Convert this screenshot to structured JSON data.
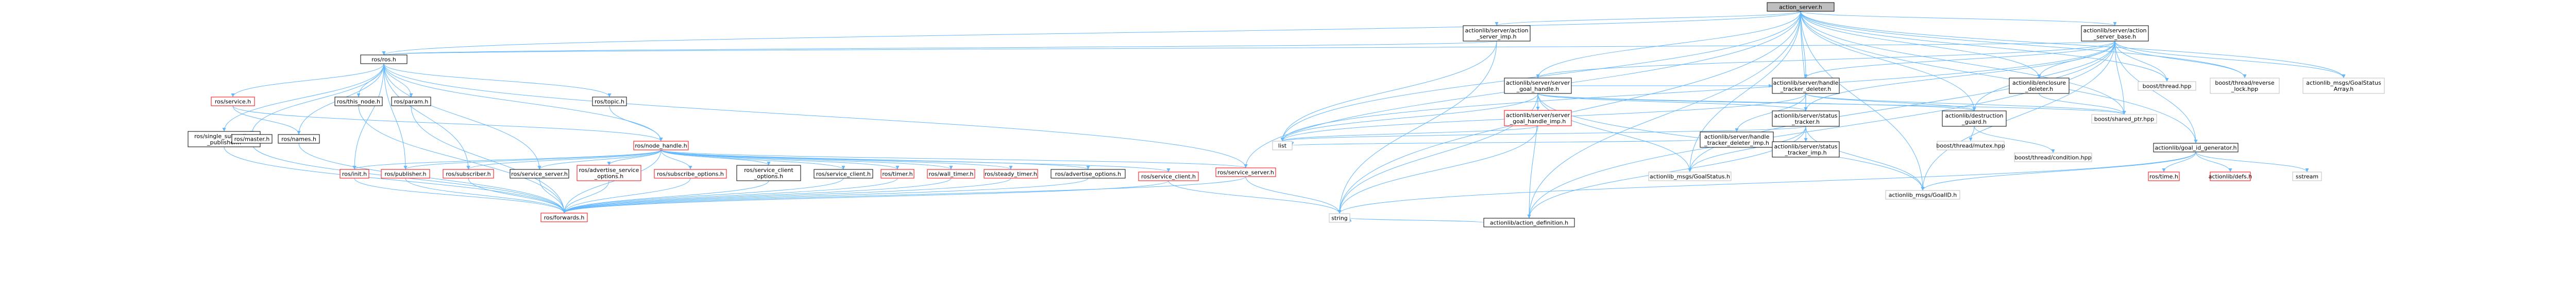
{
  "diagram": {
    "colors": {
      "edge": "#63b8ff",
      "node_border_black": "#000000",
      "node_border_red": "#ff0000",
      "node_border_gray": "#bfbfbf",
      "root_fill": "#bfbfbf",
      "node_fill": "#ffffff"
    },
    "nodes": [
      {
        "id": "root",
        "lines": [
          "action_server.h"
        ],
        "style": "root"
      },
      {
        "id": "asi",
        "lines": [
          "actionlib/server/action",
          "_server_imp.h"
        ],
        "style": "black"
      },
      {
        "id": "asb",
        "lines": [
          "actionlib/server/action",
          "_server_base.h"
        ],
        "style": "black"
      },
      {
        "id": "rosh",
        "lines": [
          "ros/ros.h"
        ],
        "style": "black"
      },
      {
        "id": "sgh",
        "lines": [
          "actionlib/server/server",
          "_goal_handle.h"
        ],
        "style": "black"
      },
      {
        "id": "htd",
        "lines": [
          "actionlib/server/handle",
          "_tracker_deleter.h"
        ],
        "style": "black"
      },
      {
        "id": "encd",
        "lines": [
          "actionlib/enclosure",
          "_deleter.h"
        ],
        "style": "black"
      },
      {
        "id": "bthread",
        "lines": [
          "boost/thread.hpp"
        ],
        "style": "gray"
      },
      {
        "id": "brev",
        "lines": [
          "boost/thread/reverse",
          "_lock.hpp"
        ],
        "style": "gray"
      },
      {
        "id": "gsa",
        "lines": [
          "actionlib_msgs/GoalStatus",
          "Array.h"
        ],
        "style": "gray"
      },
      {
        "id": "sgpub",
        "lines": [
          "ros/single_subscriber",
          "_publisher.h"
        ],
        "style": "black"
      },
      {
        "id": "names",
        "lines": [
          "ros/names.h"
        ],
        "style": "black"
      },
      {
        "id": "service",
        "lines": [
          "ros/service.h"
        ],
        "style": "red"
      },
      {
        "id": "master",
        "lines": [
          "ros/master.h"
        ],
        "style": "black"
      },
      {
        "id": "thisnode",
        "lines": [
          "ros/this_node.h"
        ],
        "style": "black"
      },
      {
        "id": "param",
        "lines": [
          "ros/param.h"
        ],
        "style": "black"
      },
      {
        "id": "topic",
        "lines": [
          "ros/topic.h"
        ],
        "style": "black"
      },
      {
        "id": "sghimp",
        "lines": [
          "actionlib/server/server",
          "_goal_handle_imp.h"
        ],
        "style": "red"
      },
      {
        "id": "htdimp",
        "lines": [
          "actionlib/server/handle",
          "_tracker_deleter_imp.h"
        ],
        "style": "black"
      },
      {
        "id": "stt",
        "lines": [
          "actionlib/server/status",
          "_tracker.h"
        ],
        "style": "black"
      },
      {
        "id": "sttimp",
        "lines": [
          "actionlib/server/status",
          "_tracker_imp.h"
        ],
        "style": "black"
      },
      {
        "id": "dguard",
        "lines": [
          "actionlib/destruction",
          "_guard.h"
        ],
        "style": "black"
      },
      {
        "id": "bshared",
        "lines": [
          "boost/shared_ptr.hpp"
        ],
        "style": "gray"
      },
      {
        "id": "list",
        "lines": [
          "list"
        ],
        "style": "gray"
      },
      {
        "id": "nh",
        "lines": [
          "ros/node_handle.h"
        ],
        "style": "red"
      },
      {
        "id": "gs",
        "lines": [
          "actionlib_msgs/GoalStatus.h"
        ],
        "style": "gray"
      },
      {
        "id": "bmutex",
        "lines": [
          "boost/thread/mutex.hpp"
        ],
        "style": "gray"
      },
      {
        "id": "bcond",
        "lines": [
          "boost/thread/condition.hpp"
        ],
        "style": "gray"
      },
      {
        "id": "gidgen",
        "lines": [
          "actionlib/goal_id_generator.h"
        ],
        "style": "black"
      },
      {
        "id": "init",
        "lines": [
          "ros/init.h"
        ],
        "style": "red"
      },
      {
        "id": "publisher",
        "lines": [
          "ros/publisher.h"
        ],
        "style": "red"
      },
      {
        "id": "subscriber",
        "lines": [
          "ros/subscriber.h"
        ],
        "style": "red"
      },
      {
        "id": "srvserver",
        "lines": [
          "ros/service_server.h"
        ],
        "style": "black"
      },
      {
        "id": "advsvc",
        "lines": [
          "ros/advertise_service",
          "_options.h"
        ],
        "style": "red"
      },
      {
        "id": "subopt",
        "lines": [
          "ros/subscribe_options.h"
        ],
        "style": "red"
      },
      {
        "id": "srvclientopt",
        "lines": [
          "ros/service_client",
          "_options.h"
        ],
        "style": "black"
      },
      {
        "id": "srvclient",
        "lines": [
          "ros/service_client.h"
        ],
        "style": "black"
      },
      {
        "id": "timer",
        "lines": [
          "ros/timer.h"
        ],
        "style": "red"
      },
      {
        "id": "walltimer",
        "lines": [
          "ros/wall_timer.h"
        ],
        "style": "red"
      },
      {
        "id": "steadytimer",
        "lines": [
          "ros/steady_timer.h"
        ],
        "style": "red"
      },
      {
        "id": "advopt",
        "lines": [
          "ros/advertise_options.h"
        ],
        "style": "black"
      },
      {
        "id": "srvclientrd",
        "lines": [
          "ros/service_client.h"
        ],
        "style": "red"
      },
      {
        "id": "srvserverrd",
        "lines": [
          "ros/service_server.h"
        ],
        "style": "red"
      },
      {
        "id": "goalid",
        "lines": [
          "actionlib_msgs/GoalID.h"
        ],
        "style": "gray"
      },
      {
        "id": "rostime",
        "lines": [
          "ros/time.h"
        ],
        "style": "red"
      },
      {
        "id": "rosdefs",
        "lines": [
          "actionlib/defs.h"
        ],
        "style": "red"
      },
      {
        "id": "sstream",
        "lines": [
          "sstream"
        ],
        "style": "gray"
      },
      {
        "id": "forwards",
        "lines": [
          "ros/forwards.h"
        ],
        "style": "red"
      },
      {
        "id": "string",
        "lines": [
          "string"
        ],
        "style": "gray"
      },
      {
        "id": "actdef",
        "lines": [
          "actionlib/action_definition.h"
        ],
        "style": "black"
      }
    ],
    "edges": [
      [
        "root",
        "asi"
      ],
      [
        "root",
        "asb"
      ],
      [
        "root",
        "rosh"
      ],
      [
        "root",
        "sgh"
      ],
      [
        "root",
        "htd"
      ],
      [
        "root",
        "encd"
      ],
      [
        "root",
        "bthread"
      ],
      [
        "root",
        "brev"
      ],
      [
        "root",
        "gsa"
      ],
      [
        "root",
        "bshared"
      ],
      [
        "root",
        "list"
      ],
      [
        "root",
        "gs"
      ],
      [
        "root",
        "goalid"
      ],
      [
        "root",
        "actdef"
      ],
      [
        "root",
        "string"
      ],
      [
        "root",
        "gidgen"
      ],
      [
        "root",
        "dguard"
      ],
      [
        "root",
        "stt"
      ],
      [
        "root",
        "srvserverrd"
      ],
      [
        "asi",
        "rosh"
      ],
      [
        "asi",
        "list"
      ],
      [
        "asi",
        "string"
      ],
      [
        "asb",
        "rosh"
      ],
      [
        "asb",
        "sgh"
      ],
      [
        "asb",
        "htd"
      ],
      [
        "asb",
        "encd"
      ],
      [
        "asb",
        "bthread"
      ],
      [
        "asb",
        "brev"
      ],
      [
        "asb",
        "gsa"
      ],
      [
        "asb",
        "bshared"
      ],
      [
        "asb",
        "dguard"
      ],
      [
        "asb",
        "stt"
      ],
      [
        "asb",
        "gidgen"
      ],
      [
        "asb",
        "goalid"
      ],
      [
        "asb",
        "actdef"
      ],
      [
        "asb",
        "list"
      ],
      [
        "asb",
        "gs"
      ],
      [
        "rosh",
        "sgpub"
      ],
      [
        "rosh",
        "names"
      ],
      [
        "rosh",
        "service"
      ],
      [
        "rosh",
        "master"
      ],
      [
        "rosh",
        "thisnode"
      ],
      [
        "rosh",
        "param"
      ],
      [
        "rosh",
        "topic"
      ],
      [
        "rosh",
        "nh"
      ],
      [
        "rosh",
        "init"
      ],
      [
        "rosh",
        "publisher"
      ],
      [
        "rosh",
        "subscriber"
      ],
      [
        "rosh",
        "srvserver"
      ],
      [
        "rosh",
        "srvserverrd"
      ],
      [
        "sgh",
        "sghimp"
      ],
      [
        "sgh",
        "list"
      ],
      [
        "sgh",
        "gs"
      ],
      [
        "sgh",
        "goalid"
      ],
      [
        "sgh",
        "actdef"
      ],
      [
        "sgh",
        "dguard"
      ],
      [
        "sgh",
        "htd"
      ],
      [
        "sgh",
        "stt"
      ],
      [
        "sgh",
        "bshared"
      ],
      [
        "sgh",
        "string"
      ],
      [
        "htd",
        "htdimp"
      ],
      [
        "htd",
        "stt"
      ],
      [
        "htd",
        "dguard"
      ],
      [
        "htd",
        "bshared"
      ],
      [
        "htd",
        "list"
      ],
      [
        "encd",
        "bshared"
      ],
      [
        "sgpub",
        "forwards"
      ],
      [
        "names",
        "forwards"
      ],
      [
        "service",
        "nh"
      ],
      [
        "service",
        "names"
      ],
      [
        "master",
        "forwards"
      ],
      [
        "thisnode",
        "forwards"
      ],
      [
        "param",
        "forwards"
      ],
      [
        "topic",
        "nh"
      ],
      [
        "sghimp",
        "list"
      ],
      [
        "sghimp",
        "string"
      ],
      [
        "htdimp",
        "list"
      ],
      [
        "stt",
        "sttimp"
      ],
      [
        "stt",
        "gs"
      ],
      [
        "stt",
        "goalid"
      ],
      [
        "stt",
        "actdef"
      ],
      [
        "stt",
        "list"
      ],
      [
        "dguard",
        "bmutex"
      ],
      [
        "dguard",
        "bcond"
      ],
      [
        "gidgen",
        "rostime"
      ],
      [
        "gidgen",
        "rosdefs"
      ],
      [
        "gidgen",
        "sstream"
      ],
      [
        "gidgen",
        "goalid"
      ],
      [
        "gidgen",
        "string"
      ],
      [
        "nh",
        "init"
      ],
      [
        "nh",
        "publisher"
      ],
      [
        "nh",
        "subscriber"
      ],
      [
        "nh",
        "srvserver"
      ],
      [
        "nh",
        "advsvc"
      ],
      [
        "nh",
        "subopt"
      ],
      [
        "nh",
        "srvclientopt"
      ],
      [
        "nh",
        "srvclient"
      ],
      [
        "nh",
        "timer"
      ],
      [
        "nh",
        "walltimer"
      ],
      [
        "nh",
        "steadytimer"
      ],
      [
        "nh",
        "advopt"
      ],
      [
        "nh",
        "srvclientrd"
      ],
      [
        "nh",
        "srvserverrd"
      ],
      [
        "nh",
        "forwards"
      ],
      [
        "init",
        "forwards"
      ],
      [
        "publisher",
        "forwards"
      ],
      [
        "subscriber",
        "forwards"
      ],
      [
        "srvserver",
        "forwards"
      ],
      [
        "advsvc",
        "forwards"
      ],
      [
        "subopt",
        "forwards"
      ],
      [
        "srvclientopt",
        "forwards"
      ],
      [
        "srvclient",
        "forwards"
      ],
      [
        "timer",
        "forwards"
      ],
      [
        "walltimer",
        "forwards"
      ],
      [
        "steadytimer",
        "forwards"
      ],
      [
        "advopt",
        "forwards"
      ],
      [
        "srvclientrd",
        "forwards"
      ],
      [
        "srvclientrd",
        "string"
      ],
      [
        "srvserverrd",
        "forwards"
      ],
      [
        "srvserverrd",
        "string"
      ],
      [
        "actdef",
        "string"
      ]
    ]
  }
}
